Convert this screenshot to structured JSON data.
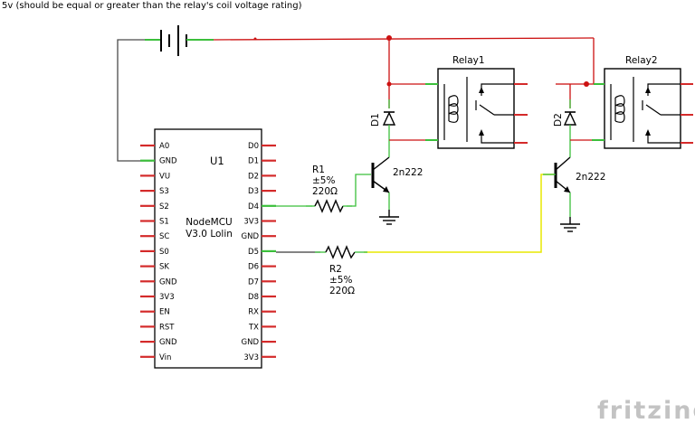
{
  "note": "5v (should be equal or greater than the relay's coil voltage rating)",
  "mcu": {
    "ref": "U1",
    "name_line1": "NodeMCU",
    "name_line2": "V3.0 Lolin",
    "left_pins": [
      "A0",
      "GND",
      "VU",
      "S3",
      "S2",
      "S1",
      "SC",
      "S0",
      "SK",
      "GND",
      "3V3",
      "EN",
      "RST",
      "GND",
      "Vin"
    ],
    "right_pins": [
      "D0",
      "D1",
      "D2",
      "D3",
      "D4",
      "3V3",
      "GND",
      "D5",
      "D6",
      "D7",
      "D8",
      "RX",
      "TX",
      "GND",
      "3V3"
    ]
  },
  "r1": {
    "ref": "R1",
    "tol": "±5%",
    "value": "220Ω"
  },
  "r2": {
    "ref": "R2",
    "tol": "±5%",
    "value": "220Ω"
  },
  "q1": {
    "part": "2n222"
  },
  "q2": {
    "part": "2n222"
  },
  "d1": {
    "ref": "D1"
  },
  "d2": {
    "ref": "D2"
  },
  "relay1": {
    "ref": "Relay1"
  },
  "relay2": {
    "ref": "Relay2"
  },
  "logo": "fritzing",
  "colors": {
    "power_wire": "#cc1111",
    "ground_wire": "#4a4a4a",
    "signal_wire_r1": "#2ca02c",
    "signal_wire_r2": "#e8e800",
    "pin_red": "#d42a2a",
    "pin_green": "#3bbf3b"
  }
}
